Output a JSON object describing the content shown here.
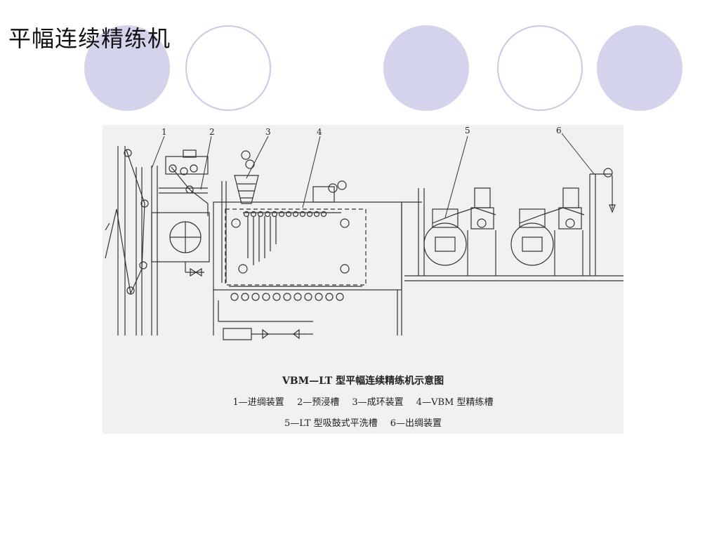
{
  "slide": {
    "title": "平幅连续精练机"
  },
  "decoration": {
    "circles": [
      {
        "name": "circle-1",
        "style": "filled"
      },
      {
        "name": "circle-2",
        "style": "outline"
      },
      {
        "name": "circle-3",
        "style": "filled"
      },
      {
        "name": "circle-4",
        "style": "outline"
      },
      {
        "name": "circle-5",
        "style": "filled"
      }
    ],
    "fill_color": "#d4d3ec",
    "outline_color": "#c9c8e6"
  },
  "diagram": {
    "callouts": [
      "1",
      "2",
      "3",
      "4",
      "5",
      "6"
    ],
    "caption_title": "VBM—LT 型平幅连续精练机示意图",
    "legend_line1": [
      "1—进绸装置",
      "2—预浸槽",
      "3—成环装置",
      "4—VBM 型精练槽"
    ],
    "legend_line2": [
      "5—LT 型吸鼓式平洗槽",
      "6—出绸装置"
    ]
  }
}
